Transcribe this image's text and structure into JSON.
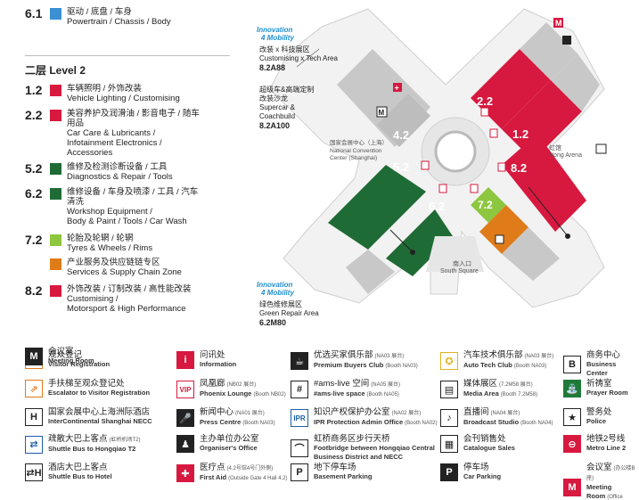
{
  "level2_title": "二层 Level 2",
  "halls_top": [
    {
      "num": "6.1",
      "color": "#3b8fd3",
      "zh": "驱动 / 底盘 / 车身",
      "en": [
        "Powertrain / Chassis / Body"
      ]
    }
  ],
  "halls": [
    {
      "num": "1.2",
      "color": "#d7193f",
      "zh": "车辆照明 / 外饰改装",
      "en": [
        "Vehicle Lighting / Customising"
      ]
    },
    {
      "num": "2.2",
      "color": "#d7193f",
      "zh": "美容养护及润滑油 / 影音电子 / 随车用品",
      "en": [
        "Car Care & Lubricants /",
        "Infotainment Electronics /",
        "Accessories"
      ]
    },
    {
      "num": "5.2",
      "color": "#1f6b35",
      "zh": "维修及检测诊断设备 / 工具",
      "en": [
        "Diagnostics & Repair / Tools"
      ]
    },
    {
      "num": "6.2",
      "color": "#1f6b35",
      "zh": "维修设备 / 车身及喷漆 / 工具 / 汽车清洗",
      "en": [
        "Workshop Equipment /",
        "Body & Paint / Tools / Car Wash"
      ]
    },
    {
      "num": "7.2",
      "color": "#8dc63f",
      "zh": "轮胎及轮辋 / 轮辋",
      "en": [
        "Tyres & Wheels / Rims"
      ]
    },
    {
      "num": "",
      "color": "#e07b1a",
      "zh": "产业服务及供应链链专区",
      "en": [
        "Services & Supply Chain Zone"
      ]
    },
    {
      "num": "8.2",
      "color": "#d7193f",
      "zh": "外饰改装 / 订制改装 / 高性能改装",
      "en": [
        "Customising /",
        "Motorsport & High Performance"
      ]
    }
  ],
  "map": {
    "innovation_top": {
      "line1": "Innovation",
      "line2": "4 Mobility",
      "zh": "改装 x 科技展区",
      "en": "Customising x Tech Area",
      "booth": "8.2A88"
    },
    "supercar": {
      "zh": "超级车&高端定制",
      "zh2": "改装沙龙",
      "en1": "Supercar &",
      "en2": "Coachbuild",
      "booth": "8.2A100"
    },
    "necc": {
      "zh": "国家会展中心（上海）",
      "en1": "National Convention",
      "en2": "Center (Shanghai)"
    },
    "hongqiao": {
      "zh": "虹馆",
      "en": "Hong Arena"
    },
    "south_square": {
      "zh": "南入口",
      "en": "South Square"
    },
    "innovation_bottom": {
      "line1": "Innovation",
      "line2": "4 Mobility",
      "zh": "绿色维修展区",
      "en": "Green Repair Area",
      "booth": "6.2M80"
    },
    "hall_labels": {
      "h22": "2.2",
      "h12": "1.2",
      "h42": "4.2",
      "h52": "5.2",
      "h62": "6.2",
      "h72": "7.2",
      "h82": "8.2"
    }
  },
  "legend_items": [
    {
      "zh": "观众登记",
      "en": "Visitor Registration",
      "note": "",
      "icon": "registration-icon",
      "glyph": "⚇",
      "style": "ic-orange"
    },
    {
      "zh": "问讯处",
      "en": "Information",
      "note": "",
      "icon": "information-icon",
      "glyph": "i",
      "style": "ic-red"
    },
    {
      "zh": "优选买家俱乐部",
      "zhnote": "(NA03 展台)",
      "en": "Premium Buyers Club",
      "note": "(Booth NA03)",
      "icon": "premium-club-icon",
      "glyph": "☕",
      "style": "ic-black"
    },
    {
      "zh": "汽车技术俱乐部",
      "zhnote": "(NA03 展台)",
      "en": "Auto Tech Club",
      "note": "(Booth NA03)",
      "icon": "auto-tech-club-icon",
      "glyph": "✪",
      "style": "ic-yellow"
    },
    {
      "zh": "商务中心",
      "en": "Business Center",
      "note": "",
      "icon": "business-center-icon",
      "glyph": "B",
      "style": "ic-blackline"
    },
    {
      "zh": "手扶梯至观众登记处",
      "en": "Escalator to Visitor Registration",
      "note": "",
      "icon": "escalator-icon",
      "glyph": "⇗",
      "style": "ic-orange"
    },
    {
      "zh": "凤凰廊",
      "zhnote": "(NB02 展台)",
      "en": "Phoenix Lounge",
      "note": "(Booth NB02)",
      "icon": "vip-lounge-icon",
      "glyph": "VIP",
      "style": "ic-redline"
    },
    {
      "zh": "#ams-live 空间",
      "zhnote": "(NA05 展台)",
      "en": "#ams-live space",
      "note": "(Booth NA05)",
      "icon": "live-space-icon",
      "glyph": "#",
      "style": "ic-blackline"
    },
    {
      "zh": "媒体展区",
      "zhnote": "(7.2M58 展台)",
      "en": "Media Area",
      "note": "(Booth 7.2M58)",
      "icon": "media-area-icon",
      "glyph": "▤",
      "style": "ic-blackline"
    },
    {
      "zh": "祈祷室",
      "en": "Prayer Room",
      "note": "",
      "icon": "prayer-room-icon",
      "glyph": "⛲",
      "style": "ic-green"
    },
    {
      "zh": "国家会展中心上海洲际酒店",
      "en": "InterContinental Shanghai NECC",
      "note": "",
      "icon": "hotel-icon",
      "glyph": "H",
      "style": "ic-blackline"
    },
    {
      "zh": "新闻中心",
      "zhnote": "(NA01 展台)",
      "en": "Press Centre",
      "note": "(Booth NA03)",
      "icon": "press-centre-icon",
      "glyph": "🎤",
      "style": "ic-black"
    },
    {
      "zh": "知识产权保护办公室",
      "zhnote": "(NA02 展台)",
      "en": "IPR Protection Admin Office",
      "note": "(Booth NA02)",
      "icon": "ipr-office-icon",
      "glyph": "IPR",
      "style": "ic-blue"
    },
    {
      "zh": "直播间",
      "zhnote": "(NA04 展台)",
      "en": "Broadcast Studio",
      "note": "(Booth NA04)",
      "icon": "broadcast-icon",
      "glyph": "♪",
      "style": "ic-blackline"
    },
    {
      "zh": "警务处",
      "en": "Police",
      "note": "",
      "icon": "police-icon",
      "glyph": "★",
      "style": "ic-blackline"
    },
    {
      "zh": "疏散大巴上客点",
      "zhnote": "(虹桥机场T2)",
      "en": "Shuttle Bus to Hongqiao T2",
      "note": "",
      "icon": "shuttle-t2-icon",
      "glyph": "⇄",
      "style": "ic-blue"
    },
    {
      "zh": "主办单位办公室",
      "en": "Organiser's Office",
      "note": "",
      "icon": "organiser-office-icon",
      "glyph": "♟",
      "style": "ic-black"
    },
    {
      "zh": "虹桥商务区步行天桥",
      "en": "Footbridge between Hongqiao Central",
      "en2": "Business District and NECC",
      "note": "",
      "icon": "footbridge-icon",
      "glyph": "⌒",
      "style": "ic-blackline"
    },
    {
      "zh": "会刊销售处",
      "en": "Catalogue Sales",
      "note": "",
      "icon": "catalogue-icon",
      "glyph": "▦",
      "style": "ic-blackline"
    },
    {
      "zh": "地铁2号线",
      "en": "Metro Line 2",
      "note": "",
      "icon": "metro-icon",
      "glyph": "⊖",
      "style": "ic-red"
    },
    {
      "zh": "酒店大巴上客点",
      "en": "Shuttle Bus to Hotel",
      "note": "",
      "icon": "shuttle-hotel-icon",
      "glyph": "⇄H",
      "style": "ic-blackline"
    },
    {
      "zh": "医疗点",
      "zhnote": "(4.2号馆4号门外侧)",
      "en": "First Aid",
      "note": "(Outside Gate 4 Hall 4.2)",
      "icon": "first-aid-icon",
      "glyph": "✚",
      "style": "ic-red"
    },
    {
      "zh": "地下停车场",
      "en": "Basement Parking",
      "note": "",
      "icon": "basement-parking-icon",
      "glyph": "P",
      "style": "ic-blackline"
    },
    {
      "zh": "停车场",
      "en": "Car Parking",
      "note": "",
      "icon": "car-parking-icon",
      "glyph": "P",
      "style": "ic-black"
    },
    {
      "zh": "会议室",
      "zhnote": "(办公楼B座)",
      "en": "Meeting Room",
      "note": "(Office Building B)",
      "icon": "meeting-room-b-icon",
      "glyph": "M",
      "style": "ic-red"
    },
    {
      "zh": "会议室",
      "en": "Meeting Room",
      "note": "",
      "icon": "meeting-room-icon",
      "glyph": "M",
      "style": "ic-black"
    }
  ]
}
